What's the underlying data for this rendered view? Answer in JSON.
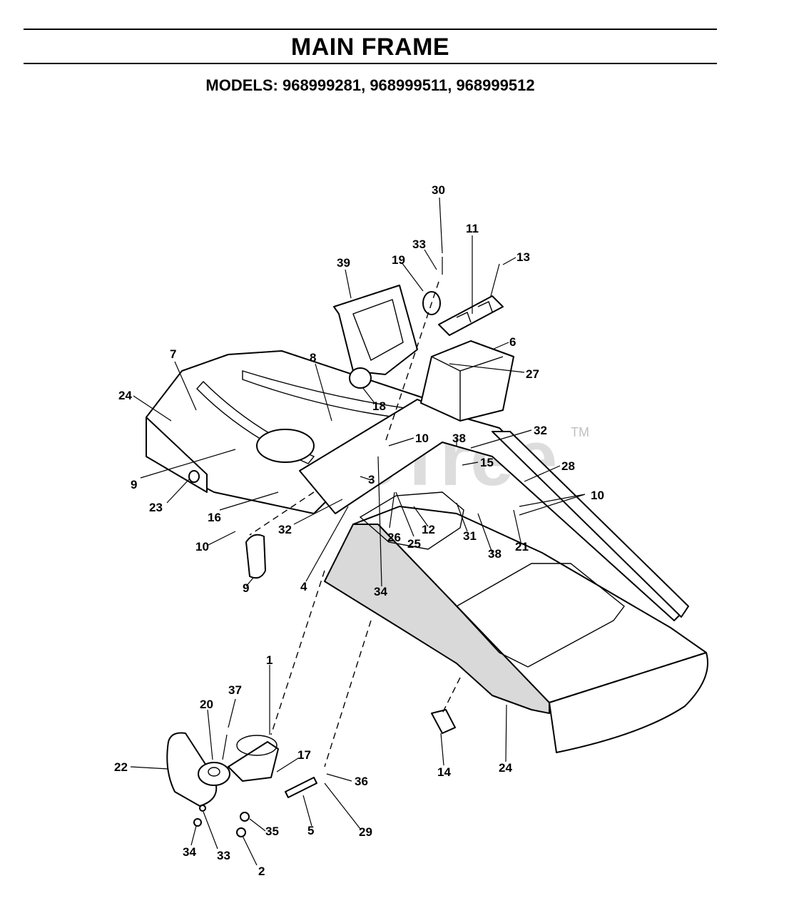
{
  "page": {
    "title": "MAIN FRAME",
    "models": "MODELS: 968999281,  968999511, 968999512"
  },
  "watermark": {
    "text": "PartsTree",
    "trademark": "TM"
  },
  "callouts": {
    "c30": "30",
    "c11": "11",
    "c33a": "33",
    "c13": "13",
    "c39": "39",
    "c19": "19",
    "c6": "6",
    "c7": "7",
    "c8": "8",
    "c27": "27",
    "c24a": "24",
    "c18": "18",
    "c10a": "10",
    "c38a": "38",
    "c32a": "32",
    "c15": "15",
    "c28": "28",
    "c10b": "10",
    "c9a": "9",
    "c3": "3",
    "c23": "23",
    "c16": "16",
    "c26": "26",
    "c12": "12",
    "c25": "25",
    "c31": "31",
    "c38b": "38",
    "c21": "21",
    "c10c": "10",
    "c32b": "32",
    "c4": "4",
    "c9b": "9",
    "c34a": "34",
    "c1": "1",
    "c37": "37",
    "c20": "20",
    "c17": "17",
    "c22": "22",
    "c36": "36",
    "c14": "14",
    "c24b": "24",
    "c5": "5",
    "c35": "35",
    "c29": "29",
    "c34b": "34",
    "c33b": "33",
    "c2": "2"
  }
}
